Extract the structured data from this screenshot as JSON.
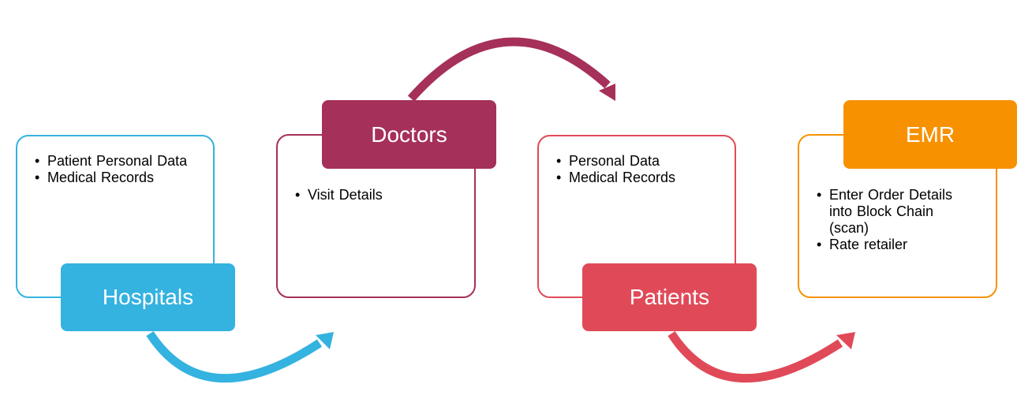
{
  "diagram": {
    "stages": [
      {
        "id": "hospitals",
        "title": "Hospitals",
        "color": "#34B2E0",
        "items": [
          "Patient Personal Data",
          "Medical Records"
        ]
      },
      {
        "id": "doctors",
        "title": "Doctors",
        "color": "#A5305A",
        "items": [
          "Visit Details"
        ]
      },
      {
        "id": "patients",
        "title": "Patients",
        "color": "#E04A58",
        "items": [
          "Personal Data",
          "Medical Records"
        ]
      },
      {
        "id": "emr",
        "title": "EMR",
        "color": "#F79100",
        "items": [
          "Enter Order Details into Block Chain (scan)",
          "Rate retailer"
        ]
      }
    ],
    "connectors": [
      {
        "from": "hospitals",
        "to": "doctors",
        "color": "#34B2E0",
        "icon": "curved-arrow-icon"
      },
      {
        "from": "doctors",
        "to": "patients",
        "color": "#A5305A",
        "icon": "curved-arrow-icon"
      },
      {
        "from": "patients",
        "to": "emr",
        "color": "#E04A58",
        "icon": "curved-arrow-icon"
      }
    ]
  }
}
